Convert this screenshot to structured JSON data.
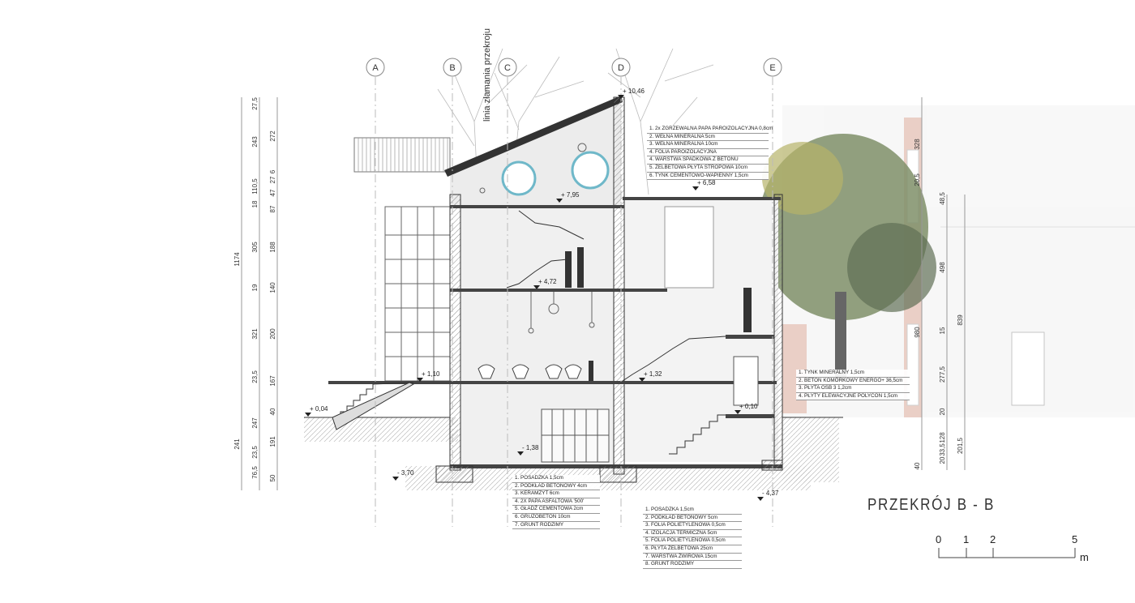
{
  "drawing": {
    "title": "PRZEKRÓJ B - B",
    "break_line_label": "linia złamania przekroju",
    "axes": [
      "A",
      "B",
      "C",
      "D",
      "E"
    ]
  },
  "levels": [
    "+ 10,46",
    "+ 7,95",
    "+ 6,58",
    "+ 4,72",
    "+ 1,10",
    "+ 1,32",
    "+ 0,04",
    "+ 0,10",
    "- 1,38",
    "- 3,70",
    "- 4,37"
  ],
  "dimensions_left": {
    "col1": [
      "1174",
      "241"
    ],
    "col2": [
      "27,5",
      "243",
      "110,5",
      "18",
      "305",
      "19",
      "321",
      "23,5",
      "247",
      "23,5",
      "76,5"
    ],
    "col3": [
      "272",
      "6",
      "27",
      "47",
      "87",
      "188",
      "140",
      "200",
      "167",
      "40",
      "191",
      "50"
    ]
  },
  "dimensions_right": {
    "col1": [
      "328",
      "20,5",
      "980",
      "40"
    ],
    "col2": [
      "48,5",
      "498",
      "15",
      "277,5",
      "20",
      "128",
      "20",
      "33,5"
    ],
    "col3": [
      "839",
      "201,5"
    ]
  },
  "specs": {
    "roof": [
      "1. 2x ZGRZEWALNA PAPA PAROIZOLACYJNA 0,8cm",
      "2. WEŁNA MINERALNA 5cm",
      "3. WEŁNA MINERALNA 10cm",
      "4. FOLIA PAROIZOLACYJNA",
      "4. WARSTWA SPADKOWA Z BETONU",
      "5. ŻELBETOWA PŁYTA STROPOWA 10cm",
      "6. TYNK CEMENTOWO-WAPIENNY 1,5cm"
    ],
    "floor_left": [
      "1. POSADZKA 1,5cm",
      "2. PODKŁAD BETONOWY 4cm",
      "3. KERAMZYT 6cm",
      "4. 2X PAPA ASFALTOWA '500'",
      "5. GŁADŹ CEMENTOWA 2cm",
      "6. GRUZOBETON 10cm",
      "7. GRUNT RODZIMY"
    ],
    "floor_right": [
      "1. POSADZKA 1,5cm",
      "2. PODKŁAD BETONOWY 5cm",
      "3. FOLIA POLIETYLENOWA 0,5cm",
      "4. IZOLACJA TERMICZNA 5cm",
      "5. FOLIA POLIETYLENOWA 0,5cm",
      "6. PŁYTA ŻELBETOWA 25cm",
      "7. WARSTWA ŻWIROWA 15cm",
      "8. GRUNT RODZIMY"
    ],
    "wall": [
      "1. TYNK MINERALNY 1,5cm",
      "2. BETON KOMÓRKOWY ENERGO+ 36,5cm",
      "3. PŁYTA OSB 3 1,2cm",
      "4. PŁYTY ELEWACYJNE POLYCON 1,5cm"
    ]
  },
  "scale_bar": {
    "ticks": [
      "0",
      "1",
      "2",
      "5"
    ],
    "unit": "m",
    "tick_values_m": [
      0,
      1,
      2,
      5
    ]
  },
  "colors": {
    "wall": "#555555",
    "chair_accent": "#6fb8c9",
    "tree": "#8a9a6a",
    "brick": "#c98a76"
  }
}
